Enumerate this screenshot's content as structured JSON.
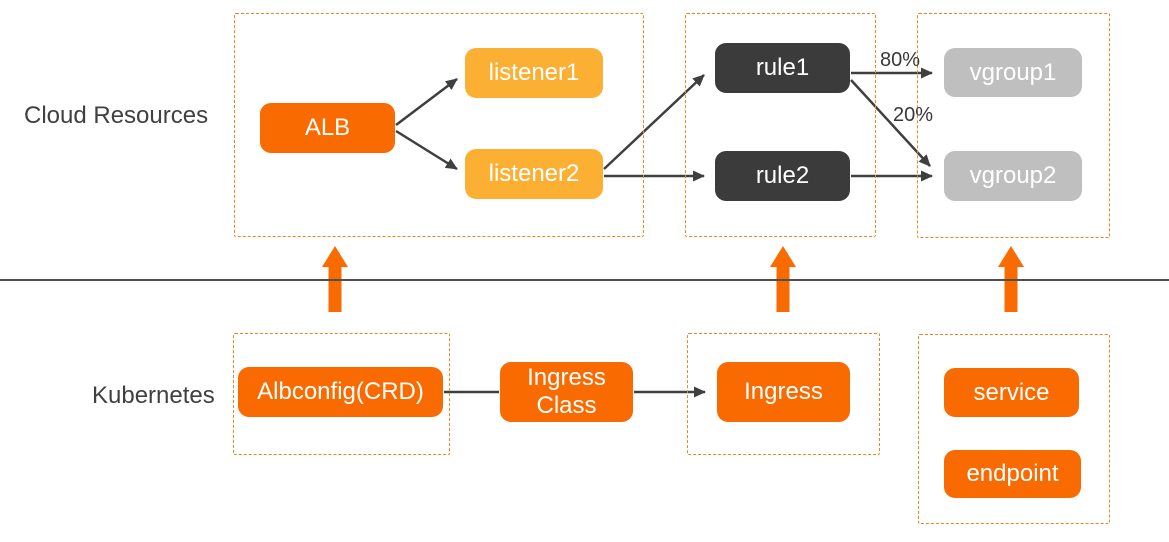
{
  "sections": {
    "cloud": {
      "label": "Cloud Resources"
    },
    "kubernetes": {
      "label": "Kubernetes"
    }
  },
  "nodes": {
    "alb": {
      "label": "ALB"
    },
    "listener1": {
      "label": "listener1"
    },
    "listener2": {
      "label": "listener2"
    },
    "rule1": {
      "label": "rule1"
    },
    "rule2": {
      "label": "rule2"
    },
    "vgroup1": {
      "label": "vgroup1"
    },
    "vgroup2": {
      "label": "vgroup2"
    },
    "albconfig": {
      "label": "Albconfig(CRD)"
    },
    "ingress_class": {
      "label": "Ingress Class"
    },
    "ingress": {
      "label": "Ingress"
    },
    "service": {
      "label": "service"
    },
    "endpoint": {
      "label": "endpoint"
    }
  },
  "edge_labels": {
    "rule1_vgroup1": "80%",
    "rule1_vgroup2": "20%"
  },
  "colors": {
    "node_orange": "#f96b00",
    "node_amber": "#fbb034",
    "node_dark": "#3b3b3b",
    "node_gray": "#bfbfbf",
    "dashed_border": "#f5821f",
    "connector": "#3f3f3f",
    "divider": "#4f4f4f",
    "label_text": "#404040",
    "sync_arrow": "#f96b00"
  }
}
